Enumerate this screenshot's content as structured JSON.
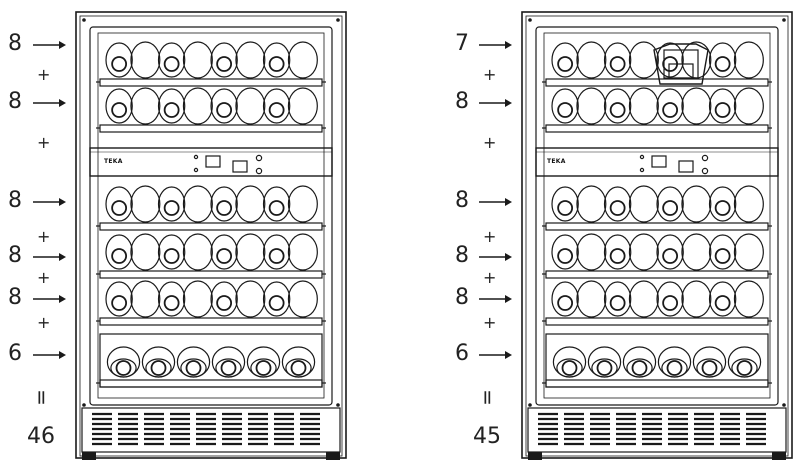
{
  "fridges": [
    {
      "id": "left",
      "shelves": [
        8,
        8,
        8,
        8,
        8,
        6
      ],
      "operators": [
        "+",
        "+",
        "+",
        "+",
        "+",
        "="
      ],
      "total": "46",
      "brand": "TEKA",
      "has_bottle_holder_insert": false
    },
    {
      "id": "right",
      "shelves": [
        7,
        8,
        8,
        8,
        8,
        6
      ],
      "operators": [
        "+",
        "+",
        "+",
        "+",
        "+",
        "="
      ],
      "total": "45",
      "brand": "TEKA",
      "has_bottle_holder_insert": true
    }
  ],
  "icon_names": [
    "wine-bottle-icon",
    "arrow-right-icon",
    "control-panel-icon",
    "grille-icon"
  ],
  "line_color": "#1a1a1a"
}
